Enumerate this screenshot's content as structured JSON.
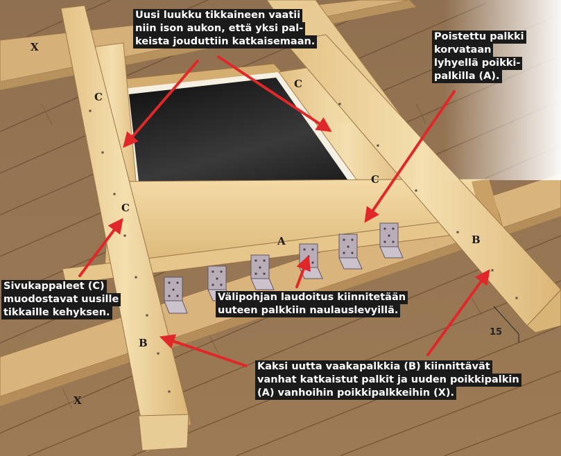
{
  "callouts": {
    "opening": [
      "Uusi luukku tikkaineen vaatii",
      "niin ison aukon, että yksi pal-",
      "keista jouduttiin katkaisemaan."
    ],
    "removed_beam": [
      "Poistettu palkki",
      "korvataan",
      "lyhyellä poikki-",
      "palkilla (A)."
    ],
    "side_pieces": [
      "Sivukappaleet (C)",
      "muodostavat uusille",
      "tikkaille kehyksen."
    ],
    "floor_boards": [
      "Välipohjan laudoitus kiinnitetään",
      "uuteen palkkiin naulauslevyillä."
    ],
    "new_beams": [
      "Kaksi uutta vaakapalkkia (B) kiinnittävät",
      "vanhat katkaistut palkit ja uuden poikkipalkin",
      "(A) vanhoihin poikkipalkkeihin (X)."
    ]
  },
  "labels": {
    "x_top": "X",
    "x_bottom": "X",
    "c_left_top": "C",
    "c_right_top": "C",
    "c_right": "C",
    "c_left": "C",
    "a": "A",
    "b_right": "B",
    "b_left": "B"
  },
  "dimension": "15",
  "colors": {
    "wood_light": "#f2dba8",
    "wood_mid": "#e0bd7d",
    "wood_dark": "#c9a066",
    "plank": "#b69266",
    "hole": "#1c1c1c",
    "arrow": "#e0282b",
    "callout_bg": "#1b1b1b",
    "plate": "#b9aeb8"
  }
}
